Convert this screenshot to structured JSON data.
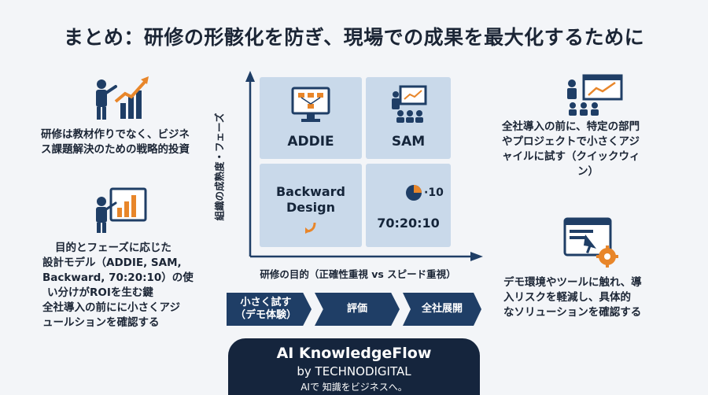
{
  "title": "まとめ：研修の形骸化を防ぎ、現場での成果を最大化するために",
  "left": {
    "note1": [
      "研修は教材作りでなく、ビジネ",
      "ス課題解決のための戦略的投資"
    ],
    "note2": [
      "目的とフェーズに応じた",
      "設計モデル（ADDIE, SAM,",
      "Backward, 70:20:10）の使",
      "い分けがROIを生む鍵",
      "全社導入の前にに小さくアジ",
      "ュールションを確認する"
    ]
  },
  "right": {
    "note1": [
      "全社導入の前に、特定の部門",
      "やプロジェクトで小さくアジ",
      "ャイルに試す（クイックウィ",
      "ン）"
    ],
    "note2": [
      "デモ環境やツールに触れ、導",
      "入リスクを軽減し、具体的",
      "なソリューションを確認する"
    ]
  },
  "matrix": {
    "y_axis_label": "組織の成熟度・フェーズ",
    "x_axis_label": "研修の目的（正確性重視 vs スピード重視）",
    "cells": {
      "top_left": "ADDIE",
      "top_right": "SAM",
      "bottom_left_1": "Backward",
      "bottom_left_2": "Design",
      "bottom_right": "70:20:10",
      "bottom_right_icon_label": "10"
    }
  },
  "flow": {
    "step1_line1": "小さく試す",
    "step1_line2": "（デモ体験）",
    "step2": "評価",
    "step3": "全社展開"
  },
  "footer": {
    "brand": "AI KnowledgeFlow",
    "by": "by TECHNODIGITAL",
    "tagline": "AIで 知識をビジネスへ。"
  },
  "colors": {
    "navy": "#1f3e66",
    "orange": "#e8862a",
    "cell": "#c9d9ea",
    "footer": "#15253d"
  }
}
